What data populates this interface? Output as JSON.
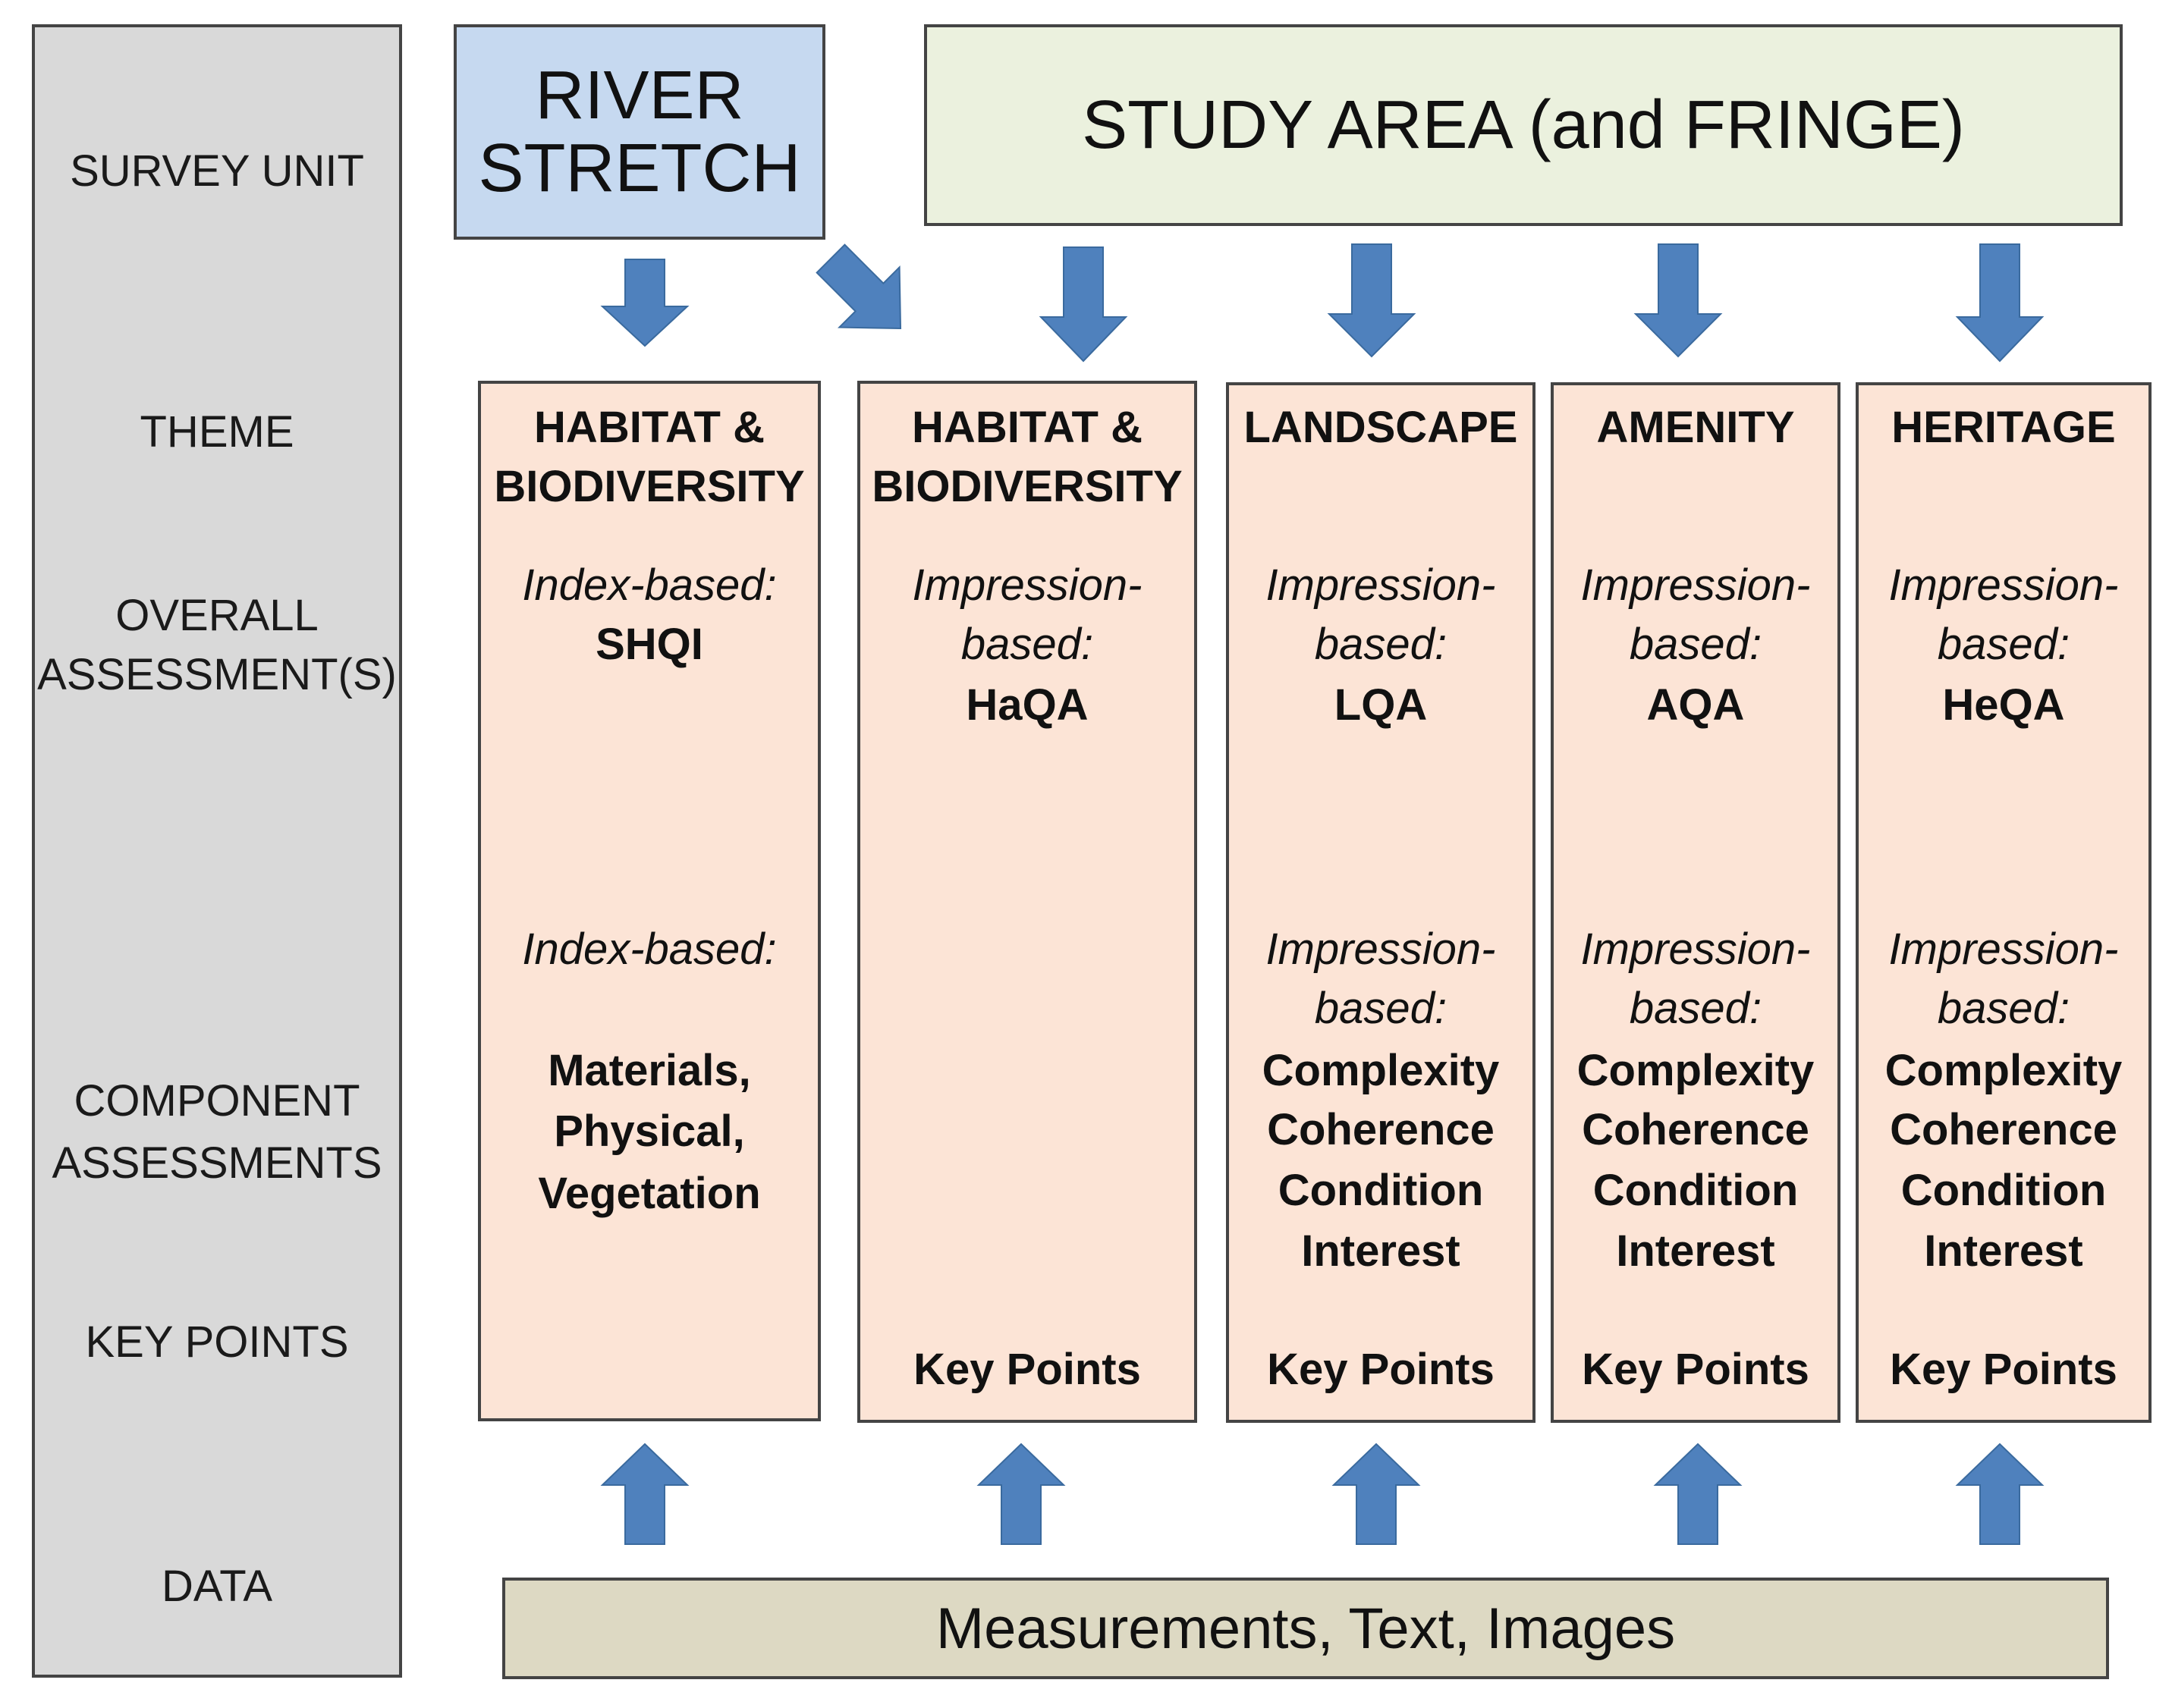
{
  "rows": {
    "survey_unit": "SURVEY UNIT",
    "theme": "THEME",
    "overall_1": "OVERALL",
    "overall_2": "ASSESSMENT(S)",
    "component_1": "COMPONENT",
    "component_2": "ASSESSMENTS",
    "key_points": "KEY POINTS",
    "data": "DATA"
  },
  "survey_units": {
    "river_1": "RIVER",
    "river_2": "STRETCH",
    "study": "STUDY AREA (and FRINGE)"
  },
  "data_sources": "Measurements, Text, Images",
  "columns": [
    {
      "theme_1": "HABITAT &",
      "theme_2": "BIODIVERSITY",
      "overall_method": "Index-based:",
      "overall_index": "SHQI",
      "component_method": "Index-based:",
      "component_items": [
        "Materials,",
        "Physical,",
        "Vegetation"
      ]
    },
    {
      "theme_1": "HABITAT &",
      "theme_2": "BIODIVERSITY",
      "overall_method_1": "Impression-",
      "overall_method_2": "based:",
      "overall_index": "HaQA",
      "key_points": "Key Points"
    },
    {
      "theme_1": "LANDSCAPE",
      "overall_method_1": "Impression-",
      "overall_method_2": "based:",
      "overall_index": "LQA",
      "component_method_1": "Impression-",
      "component_method_2": "based:",
      "component_items": [
        "Complexity",
        "Coherence",
        "Condition",
        "Interest"
      ],
      "key_points": "Key Points"
    },
    {
      "theme_1": "AMENITY",
      "overall_method_1": "Impression-",
      "overall_method_2": "based:",
      "overall_index": "AQA",
      "component_method_1": "Impression-",
      "component_method_2": "based:",
      "component_items": [
        "Complexity",
        "Coherence",
        "Condition",
        "Interest"
      ],
      "key_points": "Key Points"
    },
    {
      "theme_1": "HERITAGE",
      "overall_method_1": "Impression-",
      "overall_method_2": "based:",
      "overall_index": "HeQA",
      "component_method_1": "Impression-",
      "component_method_2": "based:",
      "component_items": [
        "Complexity",
        "Coherence",
        "Condition",
        "Interest"
      ],
      "key_points": "Key Points"
    }
  ],
  "colors": {
    "arrow": "#4f81bd",
    "river_fill": "#c6d9f0",
    "study_fill": "#ebf1de",
    "data_fill": "#ddd9c3",
    "column_fill": "#fce4d6",
    "sidebar_fill": "#d9d9d9"
  }
}
